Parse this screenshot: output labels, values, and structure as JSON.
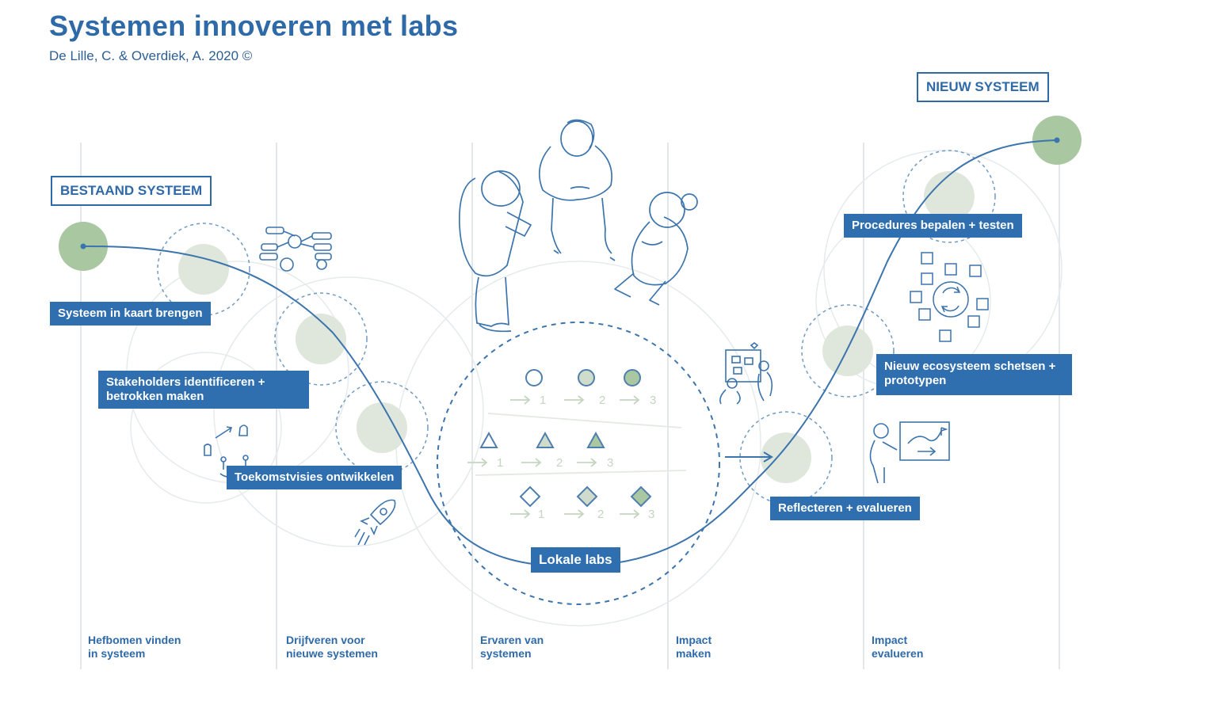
{
  "header": {
    "title": "Systemen innoveren met labs",
    "subtitle": "De Lille, C. & Overdiek, A. 2020 ©"
  },
  "states": {
    "start": "BESTAAND SYSTEEM",
    "end": "NIEUW SYSTEEM"
  },
  "steps": [
    "Systeem in kaart brengen",
    "Stakeholders identificeren + betrokken maken",
    "Toekomstvisies ontwikkelen",
    "Lokale labs",
    "Reflecteren + evalueren",
    "Nieuw ecosysteem schetsen + prototypen",
    "Procedures bepalen + testen"
  ],
  "phases": [
    "Hefbomen vinden\nin systeem",
    "Drijfveren voor\nnieuwe systemen",
    "Ervaren van\nsystemen",
    "Impact\nmaken",
    "Impact\nevalueren"
  ],
  "lab_sequence": {
    "numbers": [
      "1",
      "2",
      "3"
    ]
  },
  "colors": {
    "blue": "#2f6fb0",
    "dark_blue": "#2f6aa8",
    "green_soft": "#a9c7a0",
    "green_light": "#dfe7dc",
    "line": "#3c74ad"
  }
}
